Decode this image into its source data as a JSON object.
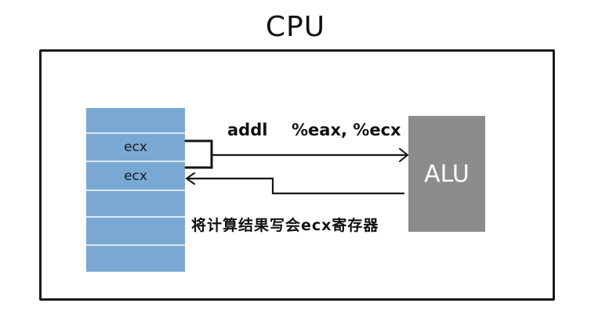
{
  "title": "CPU",
  "registers": [
    {
      "label": ""
    },
    {
      "label": "ecx"
    },
    {
      "label": "ecx"
    },
    {
      "label": ""
    },
    {
      "label": ""
    },
    {
      "label": ""
    }
  ],
  "alu": {
    "label": "ALU",
    "color": "#8c8c8c"
  },
  "register_color": "#79a9d3",
  "instruction": {
    "opcode": "addl",
    "operands": "%eax, %ecx"
  },
  "caption": "将计算结果写会ecx寄存器",
  "edges": [
    {
      "from": "register ecx (row 2) + register ecx (row 3)",
      "to": "ALU",
      "label": "addl %eax, %ecx"
    },
    {
      "from": "ALU",
      "to": "register ecx (row 3)",
      "label": "将计算结果写会ecx寄存器"
    }
  ]
}
